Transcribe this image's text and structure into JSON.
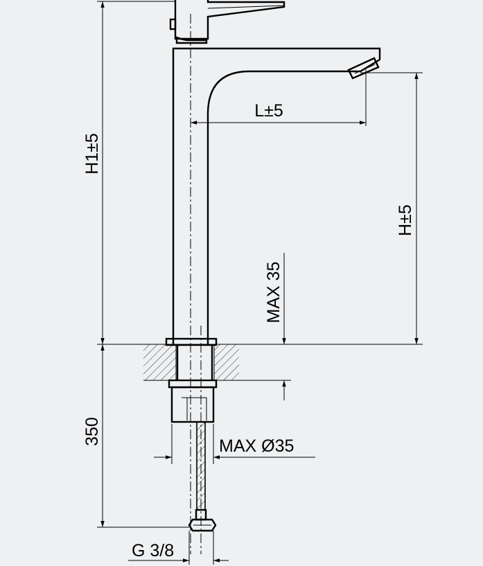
{
  "dimensions": {
    "h1": "H1±5",
    "l": "L±5",
    "h": "H±5",
    "max35": "MAX 35",
    "hose_length": "350",
    "max_diameter": "MAX Ø35",
    "thread": "G 3/8"
  },
  "colors": {
    "background": "#eef0f2",
    "line": "#000000"
  }
}
